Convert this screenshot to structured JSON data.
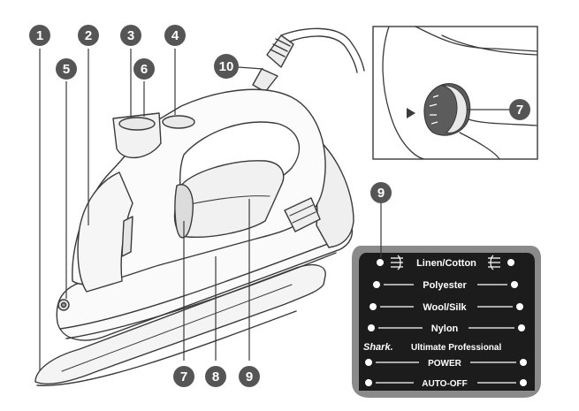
{
  "callouts": {
    "c1": "1",
    "c2": "2",
    "c3": "3",
    "c4": "4",
    "c5": "5",
    "c6": "6",
    "c7": "7",
    "c8": "8",
    "c9": "9",
    "c10": "10",
    "inset_c7": "7",
    "panel_c9": "9"
  },
  "control_panel": {
    "fabrics": [
      "Linen/Cotton",
      "Polyester",
      "Wool/Silk",
      "Nylon"
    ],
    "brand": "Shark.",
    "model": "Ultimate Professional",
    "indicators": [
      "POWER",
      "AUTO-OFF"
    ]
  },
  "icons": [
    "steam-wave-left-icon",
    "steam-wave-right-icon",
    "dial-icon",
    "arrow-indicator-icon"
  ],
  "colors": {
    "outline": "#3a3a3a",
    "callout_fill": "#555555",
    "panel_dark": "#1c1c1c",
    "panel_bezel": "#8a8a8a"
  }
}
